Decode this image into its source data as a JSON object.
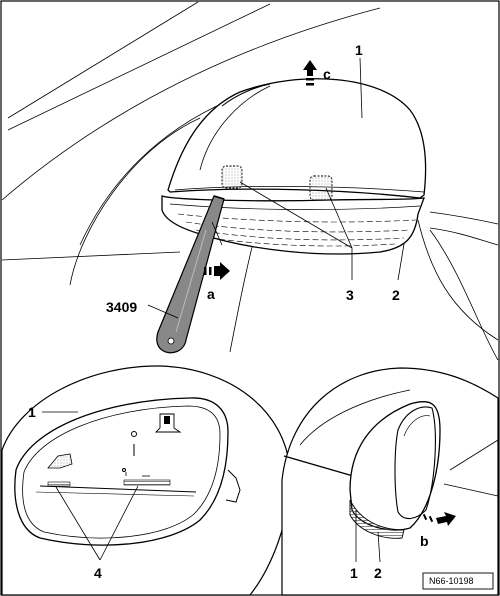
{
  "labels": {
    "main_1": "1",
    "main_c": "c",
    "main_a": "a",
    "main_3": "3",
    "main_2": "2",
    "tool": "3409",
    "inset_left_1": "1",
    "inset_left_4": "4",
    "inset_right_1": "1",
    "inset_right_2": "2",
    "inset_right_b": "b"
  },
  "figure_ref": "N66-10198"
}
